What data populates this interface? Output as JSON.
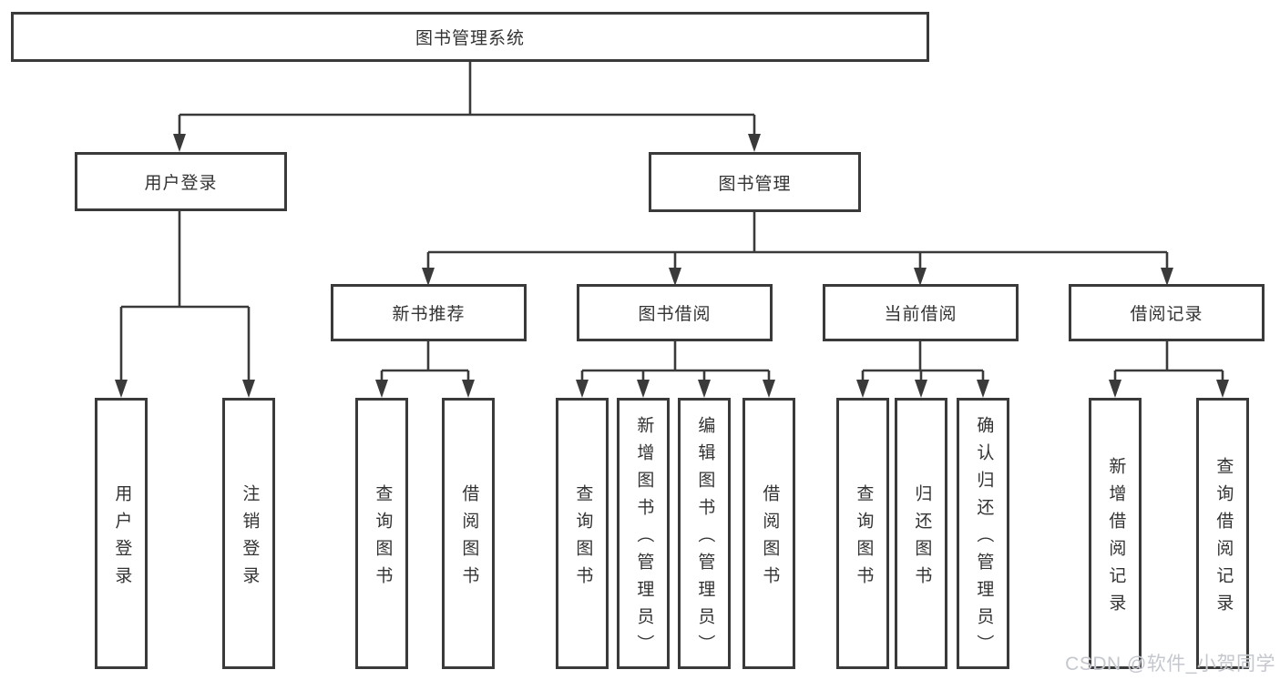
{
  "diagram": {
    "root": {
      "label": "图书管理系统"
    },
    "branches": [
      {
        "label": "用户登录",
        "children": [
          {
            "label": "用户登录"
          },
          {
            "label": "注销登录"
          }
        ]
      },
      {
        "label": "图书管理",
        "children": [
          {
            "label": "新书推荐",
            "children": [
              {
                "label": "查询图书"
              },
              {
                "label": "借阅图书"
              }
            ]
          },
          {
            "label": "图书借阅",
            "children": [
              {
                "label": "查询图书"
              },
              {
                "label": "新增图书（管理员）"
              },
              {
                "label": "编辑图书（管理员）"
              },
              {
                "label": "借阅图书"
              }
            ]
          },
          {
            "label": "当前借阅",
            "children": [
              {
                "label": "查询图书"
              },
              {
                "label": "归还图书"
              },
              {
                "label": "确认归还（管理员）"
              }
            ]
          },
          {
            "label": "借阅记录",
            "children": [
              {
                "label": "新增借阅记录"
              },
              {
                "label": "查询借阅记录"
              }
            ]
          }
        ]
      }
    ]
  },
  "watermark": {
    "text": "CSDN @软件_小贺同学"
  },
  "colors": {
    "line": "#3a3a3a",
    "border": "#3a3a3a",
    "text": "#333333",
    "watermark": "#c4c7cd",
    "background": "#ffffff"
  }
}
